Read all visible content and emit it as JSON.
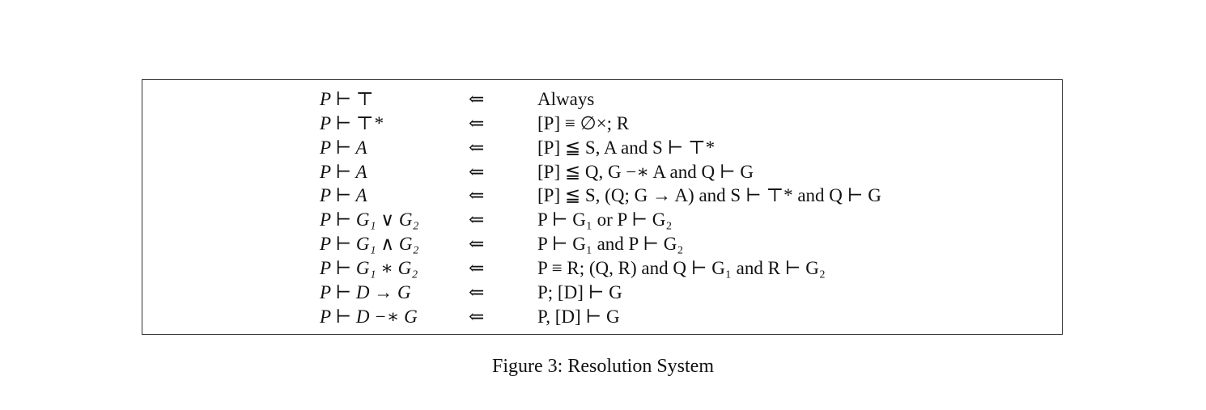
{
  "rules": [
    {
      "lhs": "P ⊢ ⊤",
      "arrow": "⇐",
      "rhs": "Always"
    },
    {
      "lhs": "P ⊢ ⊤*",
      "arrow": "⇐",
      "rhs": "[P] ≡ ∅×; R"
    },
    {
      "lhs": "P ⊢ A",
      "arrow": "⇐",
      "rhs": "[P] ≦ S, A and S ⊢ ⊤*"
    },
    {
      "lhs": "P ⊢ A",
      "arrow": "⇐",
      "rhs": "[P] ≦ Q, G −∗ A and Q ⊢ G"
    },
    {
      "lhs": "P ⊢ A",
      "arrow": "⇐",
      "rhs": "[P] ≦ S, (Q; G → A) and S ⊢ ⊤* and Q ⊢ G"
    },
    {
      "lhs": "P ⊢ G₁ ∨ G₂",
      "arrow": "⇐",
      "rhs": "P ⊢ G₁ or P ⊢ G₂"
    },
    {
      "lhs": "P ⊢ G₁ ∧ G₂",
      "arrow": "⇐",
      "rhs": "P ⊢ G₁ and P ⊢ G₂"
    },
    {
      "lhs": "P ⊢ G₁ ∗ G₂",
      "arrow": "⇐",
      "rhs": "P ≡ R; (Q, R) and Q ⊢ G₁ and R ⊢ G₂"
    },
    {
      "lhs": "P ⊢ D → G",
      "arrow": "⇐",
      "rhs": "P; [D] ⊢ G"
    },
    {
      "lhs": "P ⊢ D −∗ G",
      "arrow": "⇐",
      "rhs": "P, [D] ⊢ G"
    }
  ],
  "caption": "Figure 3: Resolution System"
}
